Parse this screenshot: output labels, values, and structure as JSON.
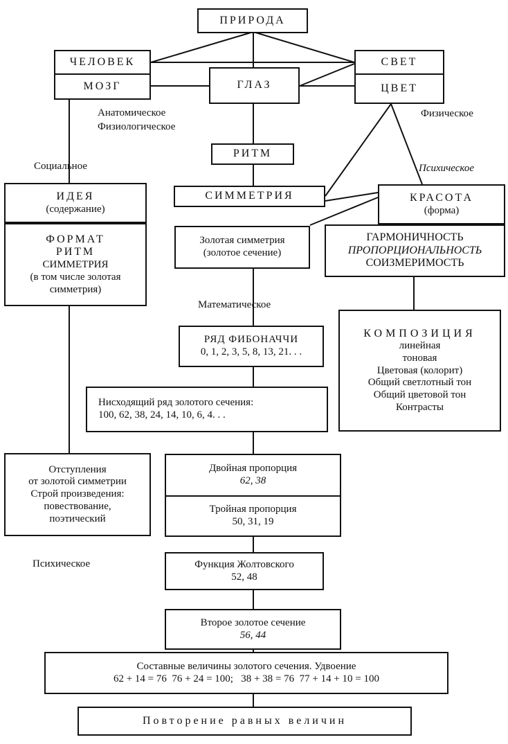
{
  "nodes": {
    "priroda": "ПРИРОДА",
    "chelovek": "ЧЕЛОВЕК",
    "mozg": "МОЗГ",
    "glaz": "ГЛАЗ",
    "svet": "СВЕТ",
    "cvet": "ЦВЕТ",
    "ritm": "РИТМ",
    "simmetriya": "СИММЕТРИЯ",
    "ideya": [
      "ИДЕЯ",
      "(содержание)"
    ],
    "krasota": [
      "КРАСОТА",
      "(форма)"
    ],
    "format": [
      "ФОРМАТ",
      "РИТМ",
      "СИММЕТРИЯ",
      "(в том числе золотая",
      "симметрия)"
    ],
    "zolotaya": [
      "Золотая симметрия",
      "(золотое сечение)"
    ],
    "garmonichnost": [
      "ГАРМОНИЧНОСТЬ",
      "ПРОПОРЦИОНАЛЬНОСТЬ",
      "СОИЗМЕРИМОСТЬ"
    ],
    "fibonacci": [
      "РЯД ФИБОНАЧЧИ",
      "0, 1, 2, 3, 5, 8, 13, 21. . ."
    ],
    "kompoziciya": [
      "КОМПОЗИЦИЯ",
      "линейная",
      "тоновая",
      "Цветовая (колорит)",
      "Общий светлотный тон",
      "Общий цветовой тон",
      "Контрасты"
    ],
    "nishodyashchiy": [
      "Нисходящий ряд золотого сечения:",
      "100, 62, 38, 24, 14, 10, 6, 4. . ."
    ],
    "otstupleniya": [
      "Отступления",
      "от золотой симметрии",
      "Строй произведения:",
      "повествование,",
      "поэтический"
    ],
    "dvoynaya": [
      "Двойная пропорция",
      "62, 38"
    ],
    "troynaya": [
      "Тройная пропорция",
      "50, 31, 19"
    ],
    "zholtovsky": [
      "Функция Жолтовского",
      "52, 48"
    ],
    "vtoroe": [
      "Второе золотое сечение",
      "56, 44"
    ],
    "sostavnye": [
      "Составные величины золотого сечения. Удвоение",
      "62 + 14 = 76  76 + 24 = 100;   38 + 38 = 76  77 + 14 + 10 = 100"
    ],
    "povtorenie": "Повторение равных величин"
  },
  "labels": {
    "anatomicheskoe": "Анатомическое",
    "fiziologicheskoe": "Физиологическое",
    "socialnoe": "Социальное",
    "fizicheskoe": "Физическое",
    "psihicheskoe_right": "Психическое",
    "matematicheskoe": "Математическое",
    "psihicheskoe_left": "Психическое"
  }
}
